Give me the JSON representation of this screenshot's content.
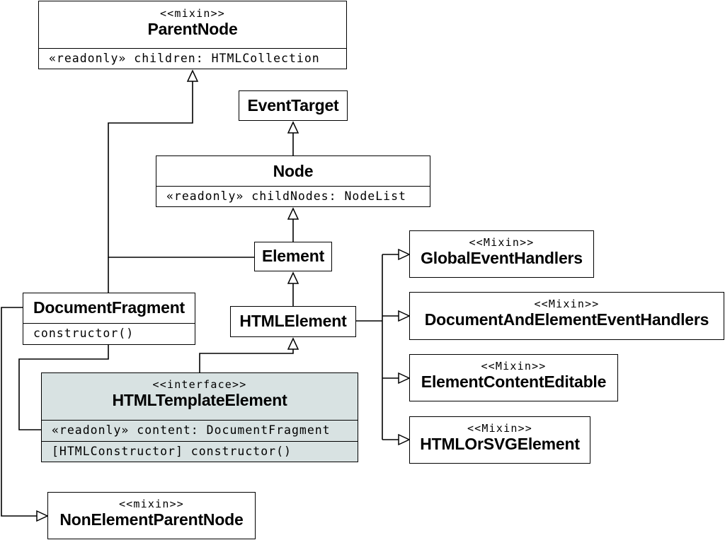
{
  "classes": {
    "parent_node": {
      "stereotype": "<<mixin>>",
      "name": "ParentNode",
      "attributes": [
        "«readonly» children: HTMLCollection"
      ]
    },
    "event_target": {
      "name": "EventTarget"
    },
    "node": {
      "name": "Node",
      "attributes": [
        "«readonly» childNodes: NodeList"
      ]
    },
    "element": {
      "name": "Element"
    },
    "html_element": {
      "name": "HTMLElement"
    },
    "document_fragment": {
      "name": "DocumentFragment",
      "operations": [
        "constructor()"
      ]
    },
    "html_template_element": {
      "stereotype": "<<interface>>",
      "name": "HTMLTemplateElement",
      "attributes": [
        "«readonly» content: DocumentFragment"
      ],
      "operations": [
        "[HTMLConstructor] constructor()"
      ]
    },
    "global_event_handlers": {
      "stereotype": "<<Mixin>>",
      "name": "GlobalEventHandlers"
    },
    "document_and_element_event_handlers": {
      "stereotype": "<<Mixin>>",
      "name": "DocumentAndElementEventHandlers"
    },
    "element_content_editable": {
      "stereotype": "<<Mixin>>",
      "name": "ElementContentEditable"
    },
    "html_or_svg_element": {
      "stereotype": "<<Mixin>>",
      "name": "HTMLOrSVGElement"
    },
    "non_element_parent_node": {
      "stereotype": "<<mixin>>",
      "name": "NonElementParentNode"
    }
  },
  "colors": {
    "highlight": "#d8e2e2",
    "line": "#000000"
  }
}
